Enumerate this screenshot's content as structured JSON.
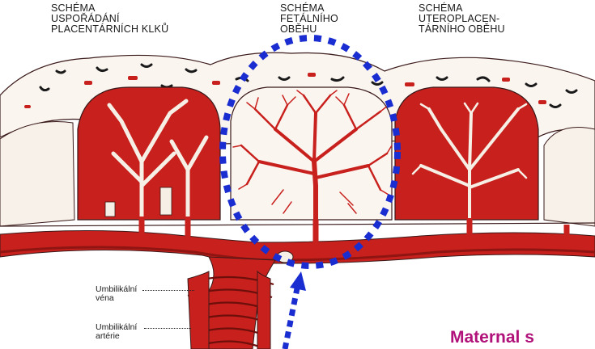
{
  "headings": {
    "arrangement": [
      "SCHÉMA",
      "USPOŘÁDÁNÍ",
      "PLACENTÁRNÍCH KLKŮ"
    ],
    "fetal": [
      "SCHÉMA",
      "FETÁLNÍHO",
      "OBĚHU"
    ],
    "uteroplacental": [
      "SCHÉMA",
      "UTEROPLACEN-",
      "TÁRNÍHO OBĚHU"
    ]
  },
  "labels": {
    "umbilical_vein": [
      "Umbilikální",
      "véna"
    ],
    "umbilical_artery": [
      "Umbilikální",
      "artérie"
    ]
  },
  "caption": "Maternal s",
  "colors": {
    "blood_red": "#c8201c",
    "dark_red": "#8e1512",
    "highlight_blue": "#1a2dd0",
    "caption_magenta": "#b0127a"
  }
}
